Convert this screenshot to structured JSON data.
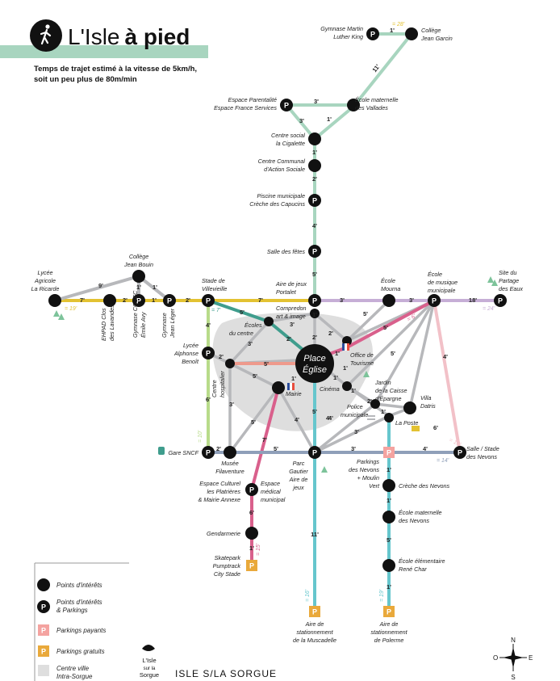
{
  "header": {
    "title_regular": "L'Isle",
    "title_bold": "à pied",
    "subtitle_line1": "Temps de trajet estimé à la vitesse de 5km/h,",
    "subtitle_line2": "soit un peu plus de 80m/min"
  },
  "colors": {
    "yellow_line": "#e3c232",
    "mint_line": "#a8d5bf",
    "green_line": "#b8db8a",
    "teal_line": "#3f9d8d",
    "gray_line": "#b7b8bb",
    "lavender_line": "#c6aed6",
    "pink_line": "#d9608c",
    "salmon_line": "#ee9a8c",
    "light_pink_line": "#f2c1c8",
    "cyan_line": "#66c6cd",
    "blue_gray_line": "#8f9fb9",
    "center_zone": "#dedede",
    "paid_parking": "#f4a3a0",
    "free_parking": "#e9a93b"
  },
  "places": {
    "gymnase_martin": [
      "Gymnase Martin",
      "Luther King"
    ],
    "college_garcin": [
      "Collège",
      "Jean Garcin"
    ],
    "espace_parentalite": [
      "Espace Parentalité",
      "Espace France Services"
    ],
    "ecole_vallades": [
      "École maternelle",
      "des Vallades"
    ],
    "centre_social": [
      "Centre social",
      "la Cigalette"
    ],
    "centre_communal": [
      "Centre Communal",
      "d'Action Sociale"
    ],
    "piscine": [
      "Piscine municipale",
      "Crèche des Capucins"
    ],
    "salle_fetes": [
      "Salle des fêtes"
    ],
    "college_bouin": [
      "Collège",
      "Jean Bouin"
    ],
    "lycee_agricole": [
      "Lycée",
      "Agricole",
      "La Ricarde"
    ],
    "stade_villevieille": [
      "Stade de",
      "Villevieille"
    ],
    "aire_portalet": [
      "Aire de jeux",
      "Portalet"
    ],
    "ecole_mourna": [
      "École",
      "Mourna"
    ],
    "ecole_musique": [
      "École",
      "de musique",
      "municipale"
    ],
    "site_partage": [
      "Site du",
      "Partage",
      "des Eaux"
    ],
    "ehpad": [
      "EHPAD Clos",
      "des Lavandes"
    ],
    "gymnase_cosec": [
      "Gymnase COSEC",
      "Émile Avy"
    ],
    "gymnase_leger": [
      "Gymnase",
      "Jean Léger"
    ],
    "compredon": [
      "Compredon",
      "art & image"
    ],
    "ecoles_centre": [
      "Écoles",
      "du centre"
    ],
    "lycee_benoit": [
      "Lycée",
      "Alphonse",
      "Benoît"
    ],
    "centre_hospitalier": [
      "Centre",
      "hospitalier"
    ],
    "office_tourisme": [
      "Office de",
      "Tourisme"
    ],
    "cinema": [
      "Cinéma"
    ],
    "mairie": [
      "Mairie"
    ],
    "jardin_caisse": [
      "Jardin",
      "de la Caisse",
      "d'Épargne"
    ],
    "police": [
      "Police",
      "municipale"
    ],
    "villa_datris": [
      "Villa",
      "Datris"
    ],
    "la_poste": [
      "La Poste"
    ],
    "gare_sncf": [
      "Gare SNCF"
    ],
    "musee": [
      "Musée",
      "Filaventure"
    ],
    "parc_gautier": [
      "Parc",
      "Gautier",
      "Aire de",
      "jeux"
    ],
    "parkings_nevons": [
      "Parkings",
      "des Nevons",
      "+ Moulin",
      "Vert"
    ],
    "salle_nevons": [
      "Salle / Stade",
      "des Nevons"
    ],
    "espace_culturel": [
      "Espace Culturel",
      "les Platrières",
      "& Mairie Annexe"
    ],
    "espace_medical": [
      "Espace",
      "médical",
      "municipal"
    ],
    "creche_nevons": [
      "Crèche des Nevons"
    ],
    "ecole_mat_nevons": [
      "École maternelle",
      "des Nevons"
    ],
    "gendarmerie": [
      "Gendarmerie"
    ],
    "skatepark": [
      "Skatepark",
      "Pumptrack",
      "City Stade"
    ],
    "ecole_char": [
      "École élémentaire",
      "René Char"
    ],
    "aire_muscadelle": [
      "Aire de",
      "stationnement",
      "de la Muscadelle"
    ],
    "aire_polerme": [
      "Aire de",
      "stationnement",
      "de Polerme"
    ],
    "place_eglise": [
      "Place",
      "Église"
    ]
  },
  "times": {
    "martin_garcin": "1'",
    "garcin_vallades": "11'",
    "parentalite_vallades": "3'",
    "parentalite_cigalette": "3'",
    "vallades_cigalette": "1'",
    "cigalette_ccas": "1'",
    "ccas_piscine": "2'",
    "piscine_salle": "4'",
    "salle_portalet": "5'",
    "ricarde_bouin": "9'",
    "bouin_cosec": "1'",
    "bouin_leger": "1'",
    "ricarde_ehpad": "7'",
    "ehpad_cosec": "2'",
    "cosec_leger": "1'",
    "leger_villevieille": "2'",
    "villevieille_portalet": "7'",
    "portalet_mourna": "3'",
    "mourna_musique": "3'",
    "musique_partage": "18'",
    "villevieille_ecoles": "5'",
    "ecoles_compredon": "3'",
    "ecoles_place": "2'",
    "portalet_compredon": "1'",
    "compredon_place": "2'",
    "portalet_office": "2'",
    "mourna_office": "5'",
    "office_musique": "5'",
    "office_place": "1'",
    "villevieille_benoit": "4'",
    "benoit_hospital": "2'",
    "hospital_ecoles": "3'",
    "hospital_place": "5'",
    "hospital_mairie": "5'",
    "place_mairie": "1'",
    "place_cinema": "1'",
    "cinema_police": "1'",
    "cinema_jardin": "1'",
    "police_jardin": "2'",
    "police_villa": "4'",
    "jardin_poste": "1'",
    "musique_villa": "5'",
    "musique_salle": "4'",
    "benoit_gare": "6'",
    "gare_hospital": "3'",
    "gare_musee": "2'",
    "musee_mairie": "5'",
    "mairie_parc": "4'",
    "musee_parc": "5'",
    "parc_place": "5'",
    "parc_police": "4'",
    "parc_poste": "3'",
    "parc_nevons": "3'",
    "nevons_salle": "4'",
    "poste_villa": "6'",
    "mairie_medical": "7'",
    "medical_gendarmerie": "6'",
    "gendarmerie_skate": "1'",
    "parc_muscadelle": "11'",
    "nevons_creche": "1'",
    "creche_ecolemat": "1'",
    "ecolemat_char": "5'",
    "char_polerme": "1'"
  },
  "totals": {
    "martin_garcin_total": "= 28'",
    "ricarde_total": "= 19'",
    "partage_total": "= 24'",
    "villevieille_total": "= 7'",
    "musique_total": "= 6'",
    "gare_total": "= 10'",
    "salle_nevons_total": "= 14'",
    "salle_nevons_total2": "= 10'",
    "skatepark_total": "= 15'",
    "muscadelle_total": "= 16'",
    "polerme_total": "= 19'"
  },
  "legend": {
    "poi": "Points d'intérêts",
    "poi_parking_1": "Points d'intérêts",
    "poi_parking_2": "& Parkings",
    "paid": "Parkings payants",
    "free": "Parkings gratuits",
    "zone_1": "Centre ville",
    "zone_2": "Intra-Sorgue",
    "parking_symbol": "P"
  },
  "footer": {
    "logo_line1": "L'Isle",
    "logo_line2": "sur la",
    "logo_line3": "Sorgue",
    "brand": "ISLE S/LA SORGUE"
  },
  "compass": {
    "n": "N",
    "s": "S",
    "e": "E",
    "o": "O"
  }
}
